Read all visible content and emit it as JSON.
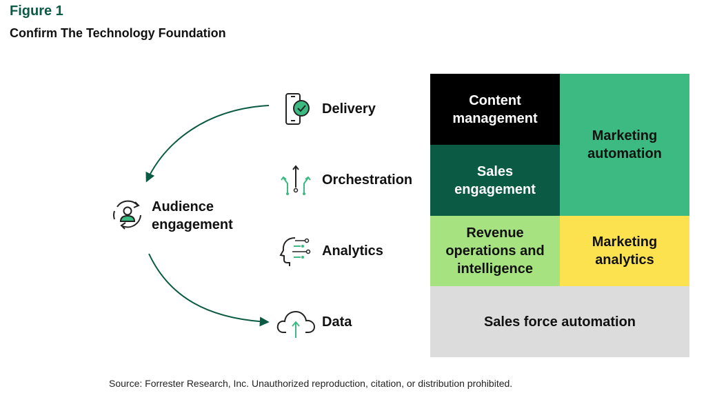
{
  "figure": {
    "label": "Figure 1",
    "title": "Confirm The Technology Foundation"
  },
  "audience": {
    "label": "Audience engagement",
    "icon": "audience-engagement-icon"
  },
  "layers": [
    {
      "label": "Delivery",
      "icon": "smartphone-check-icon"
    },
    {
      "label": "Orchestration",
      "icon": "orchestration-arrows-icon"
    },
    {
      "label": "Analytics",
      "icon": "analytics-head-icon"
    },
    {
      "label": "Data",
      "icon": "cloud-upload-icon"
    }
  ],
  "grid": {
    "content_management": "Content management",
    "sales_engagement": "Sales engagement",
    "marketing_automation": "Marketing automation",
    "revenue_operations": "Revenue operations and intelligence",
    "marketing_analytics": "Marketing analytics",
    "sales_force_automation": "Sales force automation"
  },
  "colors": {
    "brand_green": "#0b5a43",
    "accent_green": "#3cba82",
    "black": "#000000",
    "light_green": "#a6e27f",
    "yellow": "#fde24f",
    "gray": "#dcdcdc"
  },
  "source": "Source: Forrester Research, Inc. Unauthorized reproduction, citation, or distribution prohibited."
}
